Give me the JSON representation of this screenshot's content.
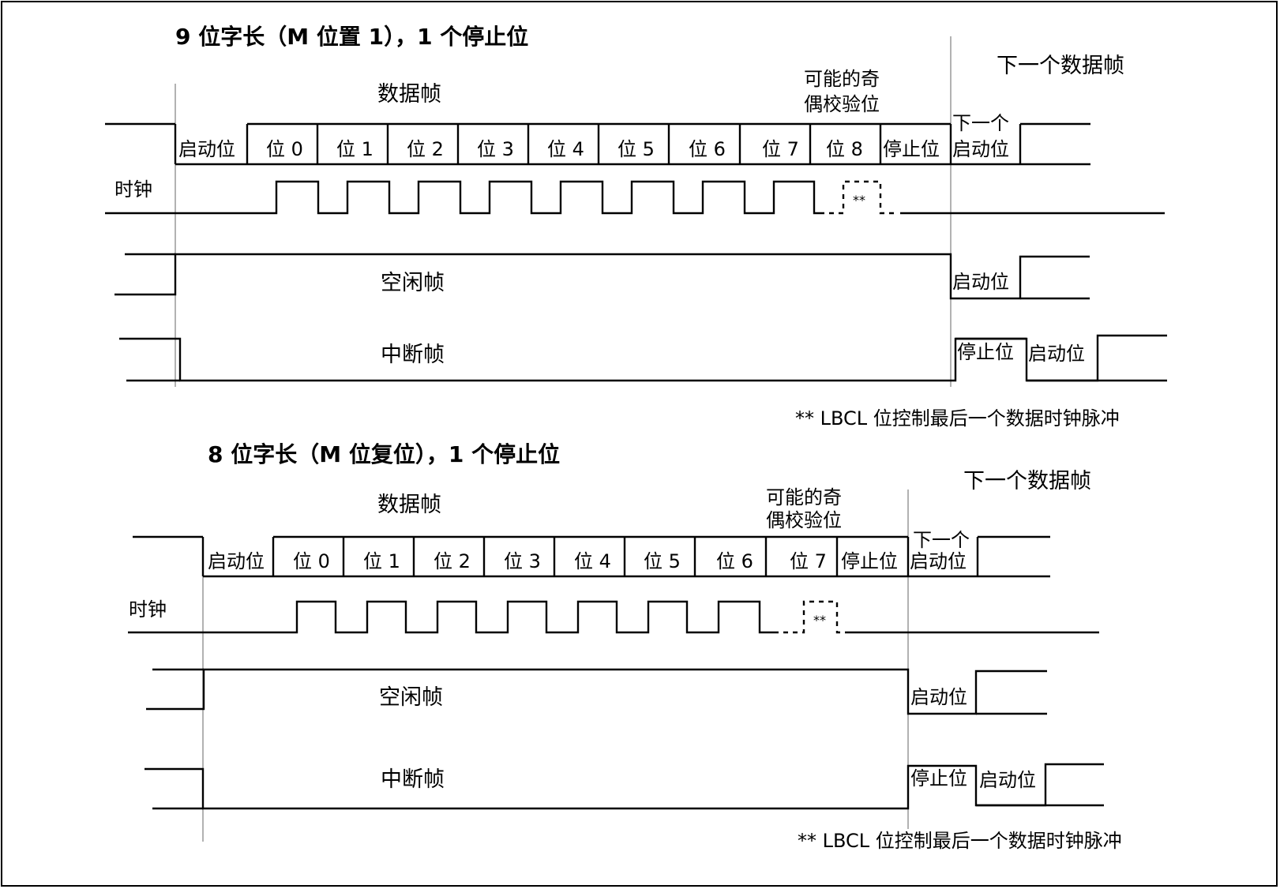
{
  "section1": {
    "title": "9 位字长（M 位置 1），1 个停止位",
    "data_frame": "数据帧",
    "parity_line1": "可能的奇",
    "parity_line2": "偶校验位",
    "next_frame": "下一个数据帧",
    "start_bit": "启动位",
    "bits": [
      "位 0",
      "位 1",
      "位 2",
      "位 3",
      "位 4",
      "位 5",
      "位 6",
      "位 7",
      "位 8"
    ],
    "stop_bit": "停止位",
    "next_start_line1": "下一个",
    "next_start_line2": "启动位",
    "clock": "时钟",
    "clock_marker": "**",
    "idle_frame": "空闲帧",
    "idle_start": "启动位",
    "break_frame": "中断帧",
    "break_stop": "停止位",
    "break_start": "启动位",
    "footnote": "** LBCL 位控制最后一个数据时钟脉冲"
  },
  "section2": {
    "title": "8 位字长（M 位复位），1 个停止位",
    "data_frame": "数据帧",
    "parity_line1": "可能的奇",
    "parity_line2": "偶校验位",
    "next_frame": "下一个数据帧",
    "start_bit": "启动位",
    "bits": [
      "位 0",
      "位 1",
      "位 2",
      "位 3",
      "位 4",
      "位 5",
      "位 6",
      "位 7"
    ],
    "stop_bit": "停止位",
    "next_start_line1": "下一个",
    "next_start_line2": "启动位",
    "clock": "时钟",
    "clock_marker": "**",
    "idle_frame": "空闲帧",
    "idle_start": "启动位",
    "break_frame": "中断帧",
    "break_stop": "停止位",
    "break_start": "启动位",
    "footnote": "** LBCL 位控制最后一个数据时钟脉冲"
  }
}
